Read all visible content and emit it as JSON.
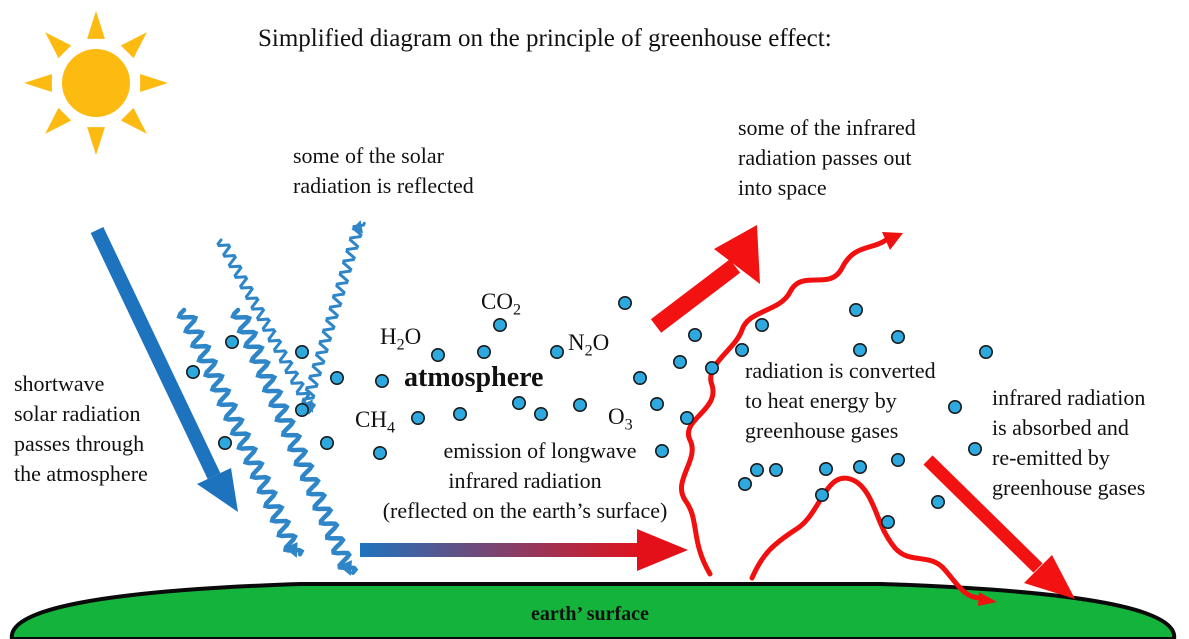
{
  "title": "Simplified diagram on the principle of greenhouse effect:",
  "labels": {
    "shortwave": [
      "shortwave",
      "solar radiation",
      "passes through",
      "the atmosphere"
    ],
    "solar_reflected": [
      "some of the solar",
      "radiation is reflected"
    ],
    "ir_passes_out": [
      "some of the infrared",
      "radiation passes out",
      "into space"
    ],
    "converted": [
      "radiation is converted",
      "to heat energy by",
      "greenhouse gases"
    ],
    "absorbed": [
      "infrared radiation",
      "is absorbed and",
      "re-emitted by",
      "greenhouse gases"
    ],
    "emission": [
      "emission of longwave",
      "infrared radiation",
      "(reflected on the earth’s surface)"
    ],
    "atmosphere": "atmosphere",
    "surface": "earth’ surface"
  },
  "gases": {
    "h2o": {
      "base1": "H",
      "sub1": "2",
      "base2": "O"
    },
    "co2": {
      "base1": "CO",
      "sub1": "2"
    },
    "n2o": {
      "base1": "N",
      "sub1": "2",
      "base2": "O"
    },
    "ch4": {
      "base1": "CH",
      "sub1": "4"
    },
    "o3": {
      "base1": "O",
      "sub1": "3"
    }
  },
  "colors": {
    "sun": "#FDBB12",
    "solar_blue": "#1E73BE",
    "wave_blue": "#2E86C8",
    "infrared_red": "#F01010",
    "molecule_fill": "#2EA9DF",
    "molecule_stroke": "#1A1A1A",
    "earth_green": "#14B43C",
    "text": "#111111"
  }
}
